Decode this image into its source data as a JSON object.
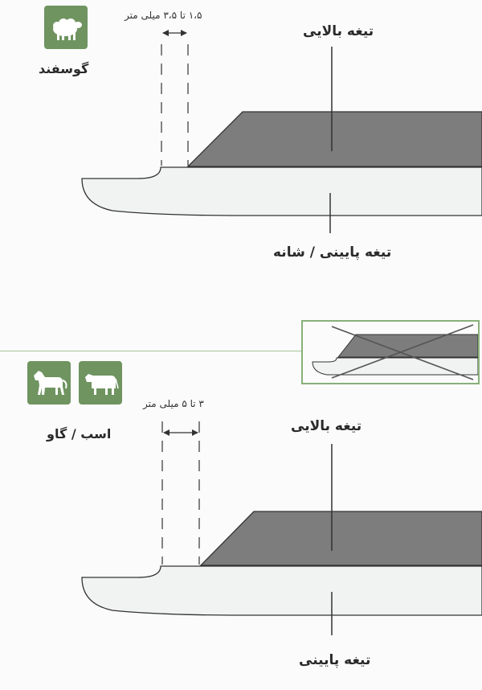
{
  "sheep": {
    "label": "گوسفند",
    "icon": "sheep-icon",
    "distance_label": "۱،۵ تا ۳،۵ میلی متر",
    "upper_blade": "تیغه بالایی",
    "lower_blade": "تیغه پایینی / شانه"
  },
  "horse_cow": {
    "label": "اسب / گاو",
    "icons": [
      "horse-icon",
      "cow-icon"
    ],
    "distance_label": "۳ تا ۵ میلی متر",
    "upper_blade": "تیغه بالایی",
    "lower_blade": "تیغه پایینی"
  },
  "colors": {
    "icon_bg": "#6f9460",
    "upper_blade": "#7d7d7d",
    "lower_blade": "#f1f3f3",
    "separator": "#a9c79b",
    "cross": "#555555"
  }
}
